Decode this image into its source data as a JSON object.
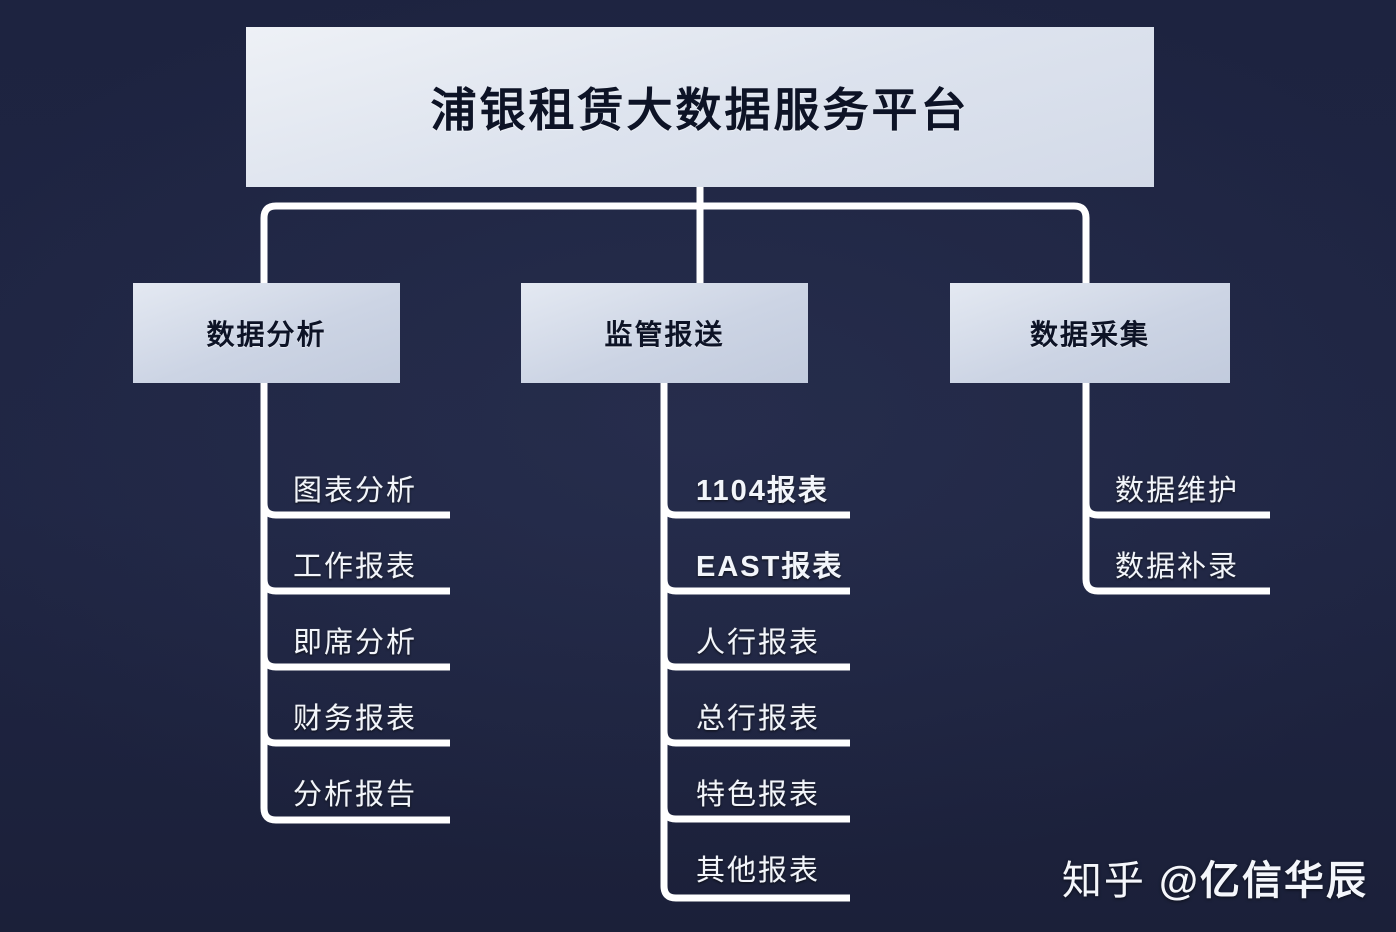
{
  "diagram": {
    "title": "浦银租赁大数据服务平台",
    "background_color": "#1e2440",
    "box_fill_color": "#ccd4e4",
    "line_color": "#ffffff",
    "leaf_text_color": "#f2f5fb",
    "branches": [
      {
        "label": "数据分析",
        "leaves": [
          {
            "label": "图表分析",
            "bold": false
          },
          {
            "label": "工作报表",
            "bold": false
          },
          {
            "label": "即席分析",
            "bold": false
          },
          {
            "label": "财务报表",
            "bold": false
          },
          {
            "label": "分析报告",
            "bold": false
          }
        ]
      },
      {
        "label": "监管报送",
        "leaves": [
          {
            "label": "1104报表",
            "bold": true
          },
          {
            "label": "EAST报表",
            "bold": true
          },
          {
            "label": "人行报表",
            "bold": false
          },
          {
            "label": "总行报表",
            "bold": false
          },
          {
            "label": "特色报表",
            "bold": false
          },
          {
            "label": "其他报表",
            "bold": false
          }
        ]
      },
      {
        "label": "数据采集",
        "leaves": [
          {
            "label": "数据维护",
            "bold": false
          },
          {
            "label": "数据补录",
            "bold": false
          }
        ]
      }
    ]
  },
  "watermark": {
    "platform": "知乎",
    "handle": "@亿信华辰"
  }
}
